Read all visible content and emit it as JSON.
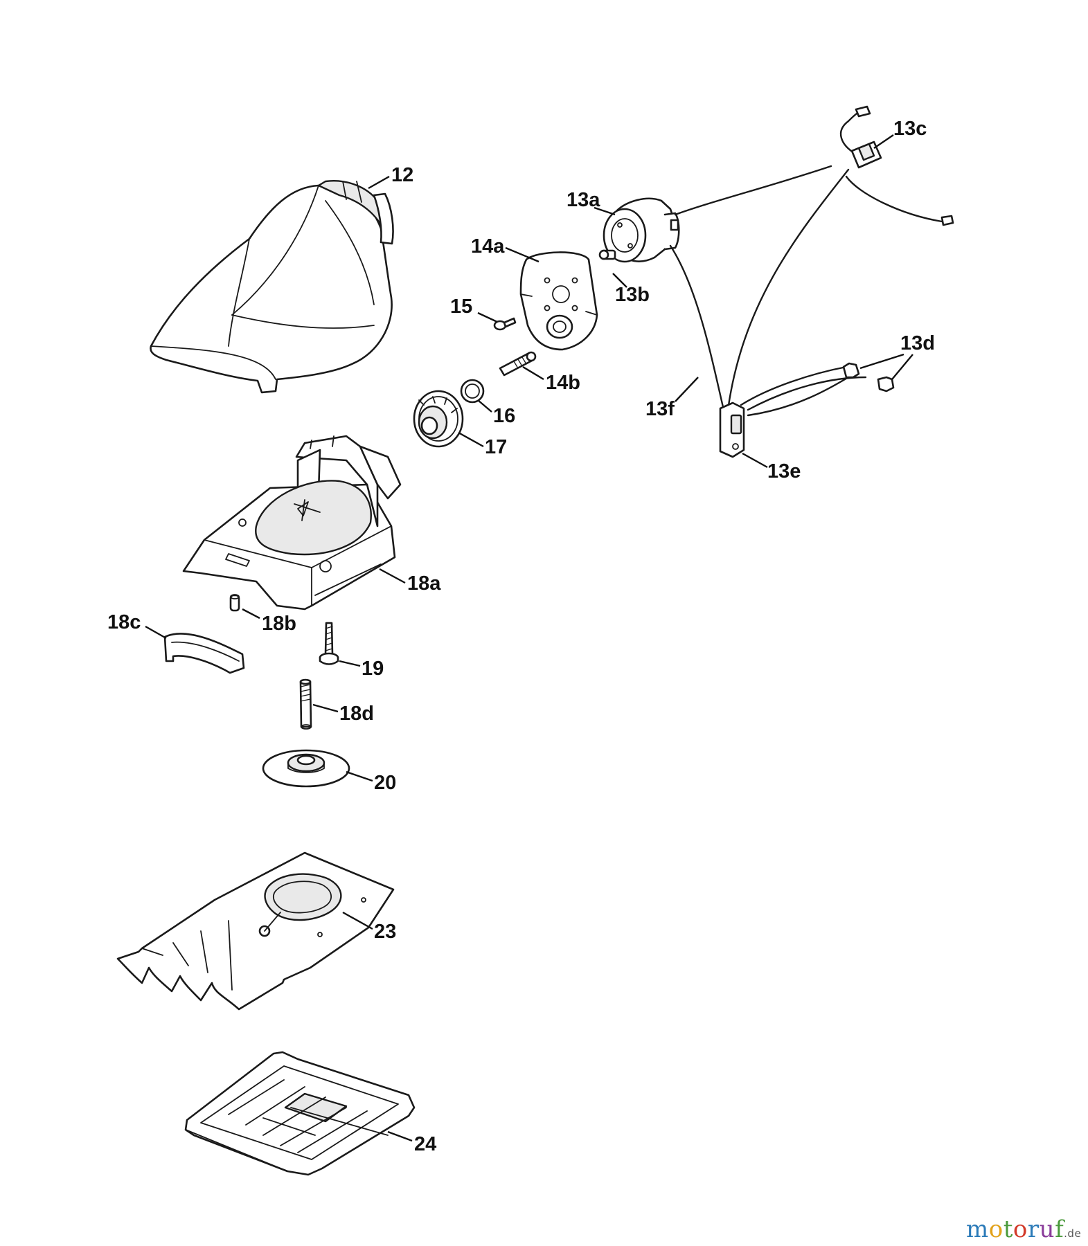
{
  "callouts": {
    "c12": "12",
    "c13a": "13a",
    "c13b": "13b",
    "c13c": "13c",
    "c13d": "13d",
    "c13e": "13e",
    "c13f": "13f",
    "c14a": "14a",
    "c14b": "14b",
    "c15": "15",
    "c16": "16",
    "c17": "17",
    "c18a": "18a",
    "c18b": "18b",
    "c18c": "18c",
    "c18d": "18d",
    "c19": "19",
    "c20": "20",
    "c23": "23",
    "c24": "24"
  },
  "brand": {
    "letters": [
      "m",
      "o",
      "t",
      "o",
      "r",
      "u",
      "f"
    ],
    "colors": [
      "#2a7ab8",
      "#e2a21b",
      "#4a9a3c",
      "#d23a2a",
      "#2a7ab8",
      "#8a3c9a",
      "#4a9a3c"
    ],
    "suffix": ".de"
  }
}
